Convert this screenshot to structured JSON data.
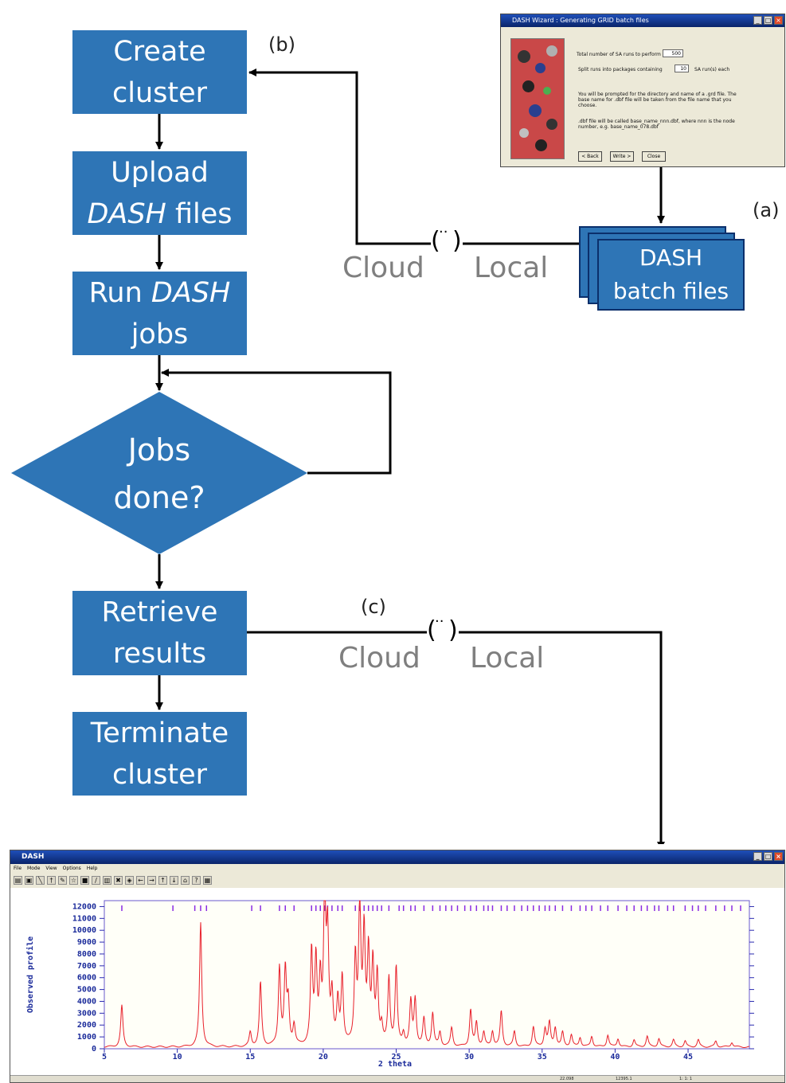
{
  "flow": {
    "create_cluster": [
      "Create",
      "cluster"
    ],
    "upload": {
      "italic": "DASH",
      "rest": " files",
      "line1": "Upload"
    },
    "run": {
      "line1_pre": "Run ",
      "line1_italic": "DASH",
      "line2": "jobs"
    },
    "decision": [
      "Jobs",
      "done?"
    ],
    "retrieve": [
      "Retrieve",
      "results"
    ],
    "terminate": [
      "Terminate",
      "cluster"
    ],
    "batch_files": [
      "DASH",
      "batch files"
    ]
  },
  "labels": {
    "a": "(a)",
    "b": "(b)",
    "c": "(c)",
    "cloud": "Cloud",
    "local": "Local",
    "paren_open": "(",
    "paren_close": ")",
    "dots": "··"
  },
  "wizard": {
    "title": "DASH Wizard : Generating GRID batch files",
    "runs_label": "Total number of SA runs to perform",
    "runs_value": "500",
    "split_label": "Split runs into packages containing",
    "split_value": "10",
    "split_suffix": "SA run(s) each",
    "note1": [
      "You will be prompted for the directory and name of a .grd file. The",
      "base name for .dbf file will be taken from the file name that you",
      "choose."
    ],
    "note2": [
      ".dbf file will be called base_name_nnn.dbf, where nnn is the node",
      "number, e.g. base_name_078.dbf"
    ],
    "buttons": [
      "< Back",
      "Write >",
      "Close"
    ]
  },
  "dash": {
    "title": "DASH",
    "menu": [
      "File",
      "Mode",
      "View",
      "Options",
      "Help"
    ],
    "tools": [
      "▤",
      "▣",
      "╲",
      "†",
      "✎",
      "☆",
      "■",
      "∕",
      "▥",
      "✖",
      "◈",
      "←",
      "→",
      "↑",
      "↓",
      "⌂",
      "?",
      "▦"
    ],
    "status": [
      "22.098",
      "12395.1",
      "1: 1: 1"
    ]
  },
  "chart_data": {
    "type": "line",
    "title": "",
    "xlabel": "2 theta",
    "ylabel": "Observed profile",
    "xlim": [
      5,
      49.2
    ],
    "ylim": [
      0,
      12500
    ],
    "xticks": [
      5,
      10,
      15,
      20,
      25,
      30,
      35,
      40,
      45
    ],
    "yticks": [
      0,
      1000,
      2000,
      3000,
      4000,
      5000,
      6000,
      7000,
      8000,
      9000,
      10000,
      11000,
      12000
    ],
    "grid": false,
    "series": [
      {
        "color": "#e8202a",
        "baseline": 150,
        "peaks_x": [
          6.2,
          11.6,
          15.0,
          15.7,
          17.0,
          17.4,
          17.6,
          18.0,
          19.2,
          19.5,
          19.8,
          20.1,
          20.3,
          20.6,
          21.0,
          21.3,
          22.2,
          22.5,
          22.8,
          23.1,
          23.4,
          23.7,
          24.0,
          24.5,
          25.0,
          25.5,
          26.0,
          26.3,
          26.9,
          27.5,
          28.0,
          28.8,
          30.1,
          30.5,
          31.0,
          31.6,
          32.2,
          33.1,
          34.4,
          35.2,
          35.5,
          35.9,
          36.4,
          37.0,
          37.6,
          38.4,
          39.5,
          40.2,
          41.3,
          42.2,
          43.0,
          44.0,
          44.8,
          45.7,
          46.9,
          48.0
        ],
        "peaks_y": [
          3500,
          10500,
          1200,
          5400,
          6600,
          6200,
          3500,
          1700,
          7800,
          7000,
          5200,
          12200,
          9000,
          4000,
          3600,
          5700,
          7200,
          12000,
          9200,
          7600,
          6600,
          5800,
          1500,
          5600,
          6600,
          1000,
          3700,
          3900,
          2300,
          2800,
          1200,
          1600,
          3100,
          2000,
          1200,
          1300,
          3000,
          1300,
          1700,
          1500,
          2000,
          1600,
          1200,
          1000,
          800,
          900,
          1000,
          700,
          600,
          900,
          700,
          600,
          500,
          600,
          500,
          400
        ]
      }
    ],
    "reflection_markers_x": [
      6.2,
      9.7,
      11.2,
      11.6,
      12.0,
      15.1,
      15.7,
      17.0,
      17.4,
      18.0,
      19.2,
      19.5,
      19.8,
      20.1,
      20.3,
      20.6,
      21.0,
      21.3,
      22.2,
      22.5,
      22.8,
      23.1,
      23.4,
      23.7,
      24.0,
      24.5,
      25.2,
      25.5,
      26.0,
      26.3,
      26.9,
      27.5,
      28.0,
      28.4,
      28.8,
      29.2,
      29.7,
      30.1,
      30.5,
      31.0,
      31.3,
      31.6,
      32.2,
      32.6,
      33.1,
      33.6,
      34.0,
      34.4,
      34.8,
      35.2,
      35.5,
      35.9,
      36.4,
      37.0,
      37.6,
      38.0,
      38.4,
      39.0,
      39.5,
      40.2,
      40.8,
      41.3,
      41.8,
      42.2,
      42.7,
      43.0,
      43.6,
      44.0,
      44.8,
      45.3,
      45.7,
      46.2,
      46.9,
      47.5,
      48.0,
      48.6
    ]
  }
}
